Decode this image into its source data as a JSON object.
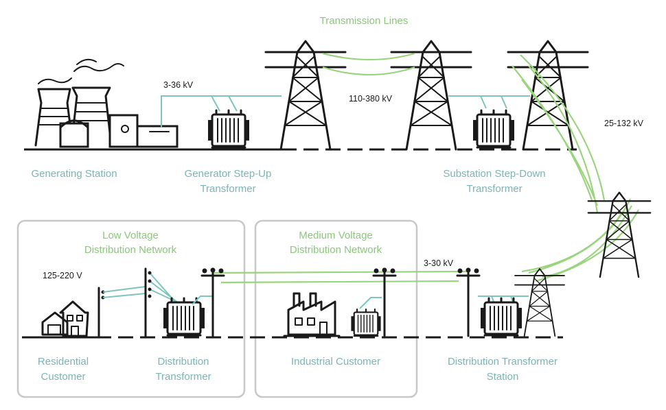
{
  "colors": {
    "teal_label": "#7cb4b4",
    "green_label": "#8cc67c",
    "line_green": "#9bd47f",
    "line_teal": "#7cc4bc",
    "structure": "#1a1a1a",
    "box_border": "#c8c8c8"
  },
  "top": {
    "transmission_title": "Transmission Lines",
    "voltage_gen": "3-36 kV",
    "voltage_transmission": "110-380 kV",
    "voltage_subtransmission": "25-132 kV",
    "generating_station": "Generating Station",
    "gsu_line1": "Generator Step-Up",
    "gsu_line2": "Transformer",
    "substation_line1": "Substation Step-Down",
    "substation_line2": "Transformer"
  },
  "bottom": {
    "low_box_line1": "Low Voltage",
    "low_box_line2": "Distribution Network",
    "medium_box_line1": "Medium Voltage",
    "medium_box_line2": "Distribution Network",
    "voltage_residential": "125-220 V",
    "voltage_medium": "3-30 kV",
    "residential_line1": "Residential",
    "residential_line2": "Customer",
    "distribution_line1": "Distribution",
    "distribution_line2": "Transformer",
    "industrial": "Industrial Customer",
    "dts_line1": "Distribution Transformer",
    "dts_line2": "Station"
  }
}
